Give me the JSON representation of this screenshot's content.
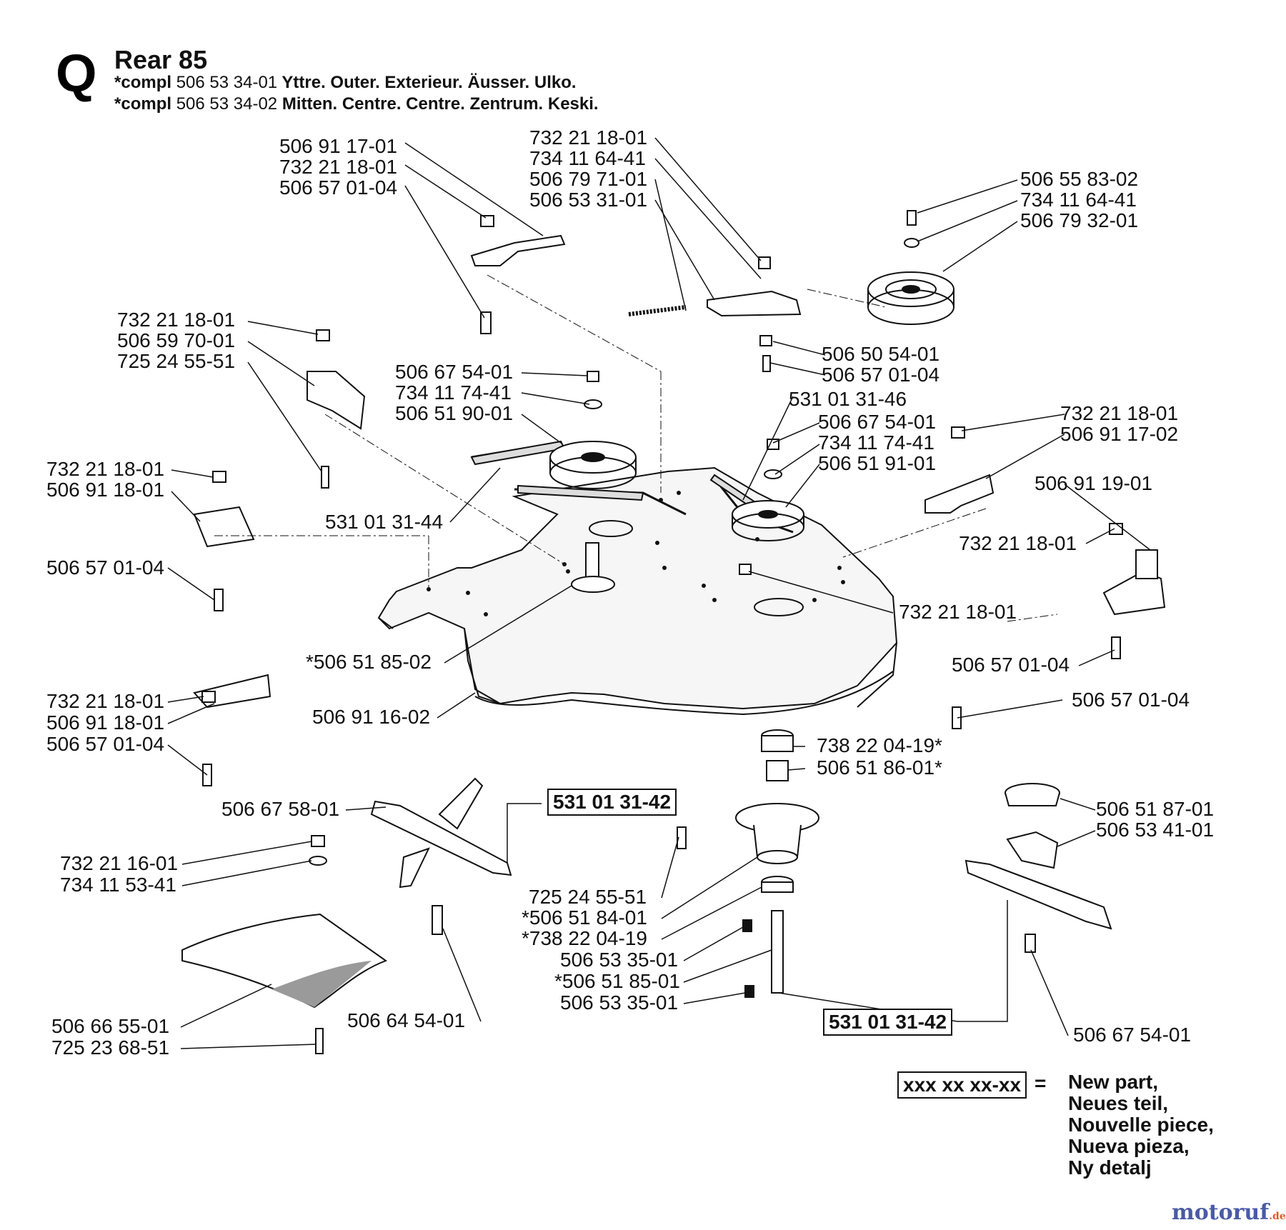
{
  "header": {
    "letter": "Q",
    "title": "Rear 85",
    "lines": [
      {
        "prefix": "*compl",
        "number": "506 53 34-01",
        "desc": "Yttre. Outer. Exterieur. Äusser. Ulko."
      },
      {
        "prefix": "*compl",
        "number": "506 53 34-02",
        "desc": "Mitten. Centre. Centre. Zentrum. Keski."
      }
    ]
  },
  "labels": [
    "506 91 17-01",
    "732 21 18-01",
    "506 57 01-04",
    "732 21 18-01",
    "734 11 64-41",
    "506 79 71-01",
    "506 53 31-01",
    "506 55 83-02",
    "734 11 64-41",
    "506 79 32-01",
    "732 21 18-01",
    "506 59 70-01",
    "725 24 55-51",
    "506 67 54-01",
    "734 11 74-41",
    "506 51 90-01",
    "506 50 54-01",
    "506 57 01-04",
    "531 01 31-46",
    "506 67 54-01",
    "734 11 74-41",
    "506 51 91-01",
    "732 21 18-01",
    "506 91 17-02",
    "506 91 19-01",
    "732 21 18-01",
    "506 91 18-01",
    "531 01 31-44",
    "732 21 18-01",
    "506 57 01-04",
    "732 21 18-01",
    "*506 51 85-02",
    "506 57 01-04",
    "732 21 18-01",
    "506 91 18-01",
    "506 57 01-04",
    "506 91 16-02",
    "506 57 01-04",
    "738 22 04-19*",
    "506 51 86-01*",
    "506 67 58-01",
    "506 51 87-01",
    "506 53 41-01",
    "732 21 16-01",
    "734 11 53-41",
    "725 24 55-51",
    "*506 51 84-01",
    "*738 22 04-19",
    "506 53 35-01",
    "*506 51 85-01",
    "506 53 35-01",
    "506 66 55-01",
    "506 64 54-01",
    "506 67 54-01",
    "725 23 68-51"
  ],
  "boxed_labels": [
    "531 01 31-42",
    "531 01 31-42"
  ],
  "legend": {
    "code": "xxx xx xx-xx",
    "equals": "=",
    "lines": [
      "New part,",
      "Neues teil,",
      "Nouvelle piece,",
      "Nueva pieza,",
      "Ny detalj"
    ]
  },
  "watermark": {
    "brand": "motoruf",
    "suffix": ".de"
  }
}
